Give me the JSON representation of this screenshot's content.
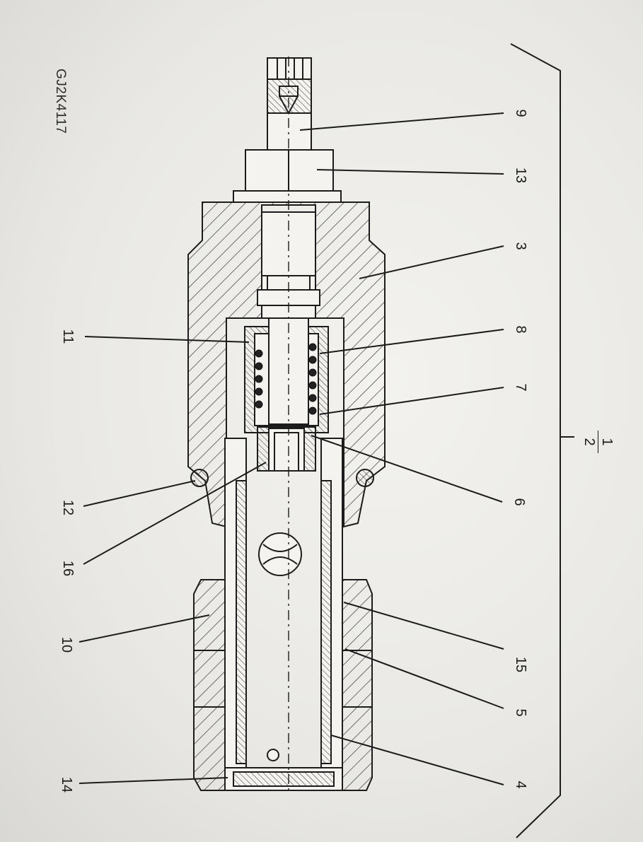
{
  "drawing_code": "GJ2K4117",
  "assembly_fraction": {
    "numerator": "1",
    "denominator": "2"
  },
  "callouts": [
    {
      "id": "c9",
      "label": "9"
    },
    {
      "id": "c13",
      "label": "13"
    },
    {
      "id": "c3",
      "label": "3"
    },
    {
      "id": "c8",
      "label": "8"
    },
    {
      "id": "c7",
      "label": "7"
    },
    {
      "id": "c6",
      "label": "6"
    },
    {
      "id": "c15",
      "label": "15"
    },
    {
      "id": "c5",
      "label": "5"
    },
    {
      "id": "c4",
      "label": "4"
    },
    {
      "id": "c11",
      "label": "11"
    },
    {
      "id": "c12",
      "label": "12"
    },
    {
      "id": "c16",
      "label": "16"
    },
    {
      "id": "c10",
      "label": "10"
    },
    {
      "id": "c14",
      "label": "14"
    }
  ],
  "colors": {
    "line": "#1c1c1c",
    "hatch": "#3a3a3a",
    "paper": "#efeeeb"
  }
}
